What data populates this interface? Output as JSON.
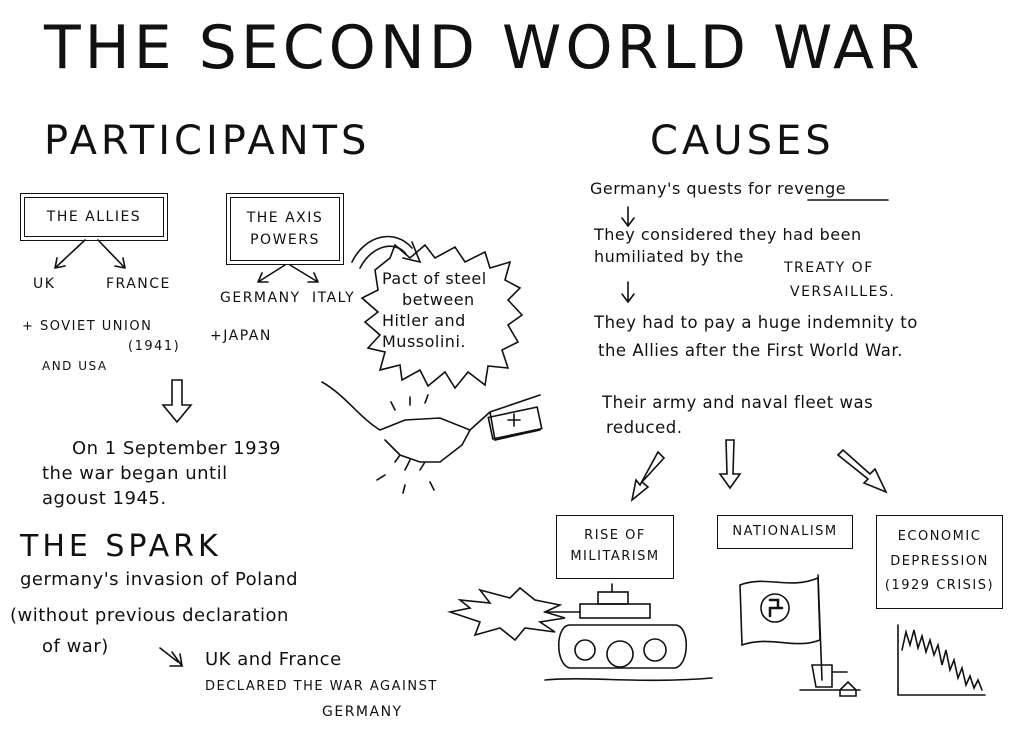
{
  "title": "THE SECOND WORLD WAR",
  "participants": {
    "heading": "PARTICIPANTS",
    "allies": {
      "label": "THE ALLIES",
      "members": [
        "UK",
        "FRANCE"
      ],
      "extra": [
        "+ SOVIET UNION",
        "(1941)",
        "AND USA"
      ]
    },
    "axis": {
      "label_line1": "THE AXIS",
      "label_line2": "POWERS",
      "members": [
        "GERMANY",
        "ITALY"
      ],
      "extra": "+JAPAN"
    },
    "pact": [
      "Pact of steel",
      "between",
      "Hitler and",
      "Mussolini."
    ],
    "dates": [
      "On 1 September 1939",
      "the war began until",
      "agoust 1945."
    ]
  },
  "spark": {
    "heading": "THE SPARK",
    "lines": [
      "germany's invasion of Poland",
      "(without previous declaration",
      "of war)"
    ],
    "result": [
      "UK and France",
      "DECLARED THE WAR AGAINST",
      "GERMANY"
    ]
  },
  "causes": {
    "heading": "CAUSES",
    "line1_prefix": "Germany's quests for ",
    "line1_emph": "revenge",
    "humiliated": [
      "They considered they had been",
      "humiliated by the"
    ],
    "treaty": [
      "TREATY OF",
      "VERSAILLES."
    ],
    "indemnity": [
      "They had to pay a huge indemnity to",
      "the Allies after the First World War."
    ],
    "army": [
      "Their army and naval fleet was",
      "reduced."
    ],
    "boxes": [
      {
        "line1": "RISE OF",
        "line2": "MILITARISM"
      },
      {
        "line1": "NATIONALISM"
      },
      {
        "line1": "ECONOMIC",
        "line2": "DEPRESSION",
        "line3": "(1929 CRISIS)"
      }
    ]
  }
}
